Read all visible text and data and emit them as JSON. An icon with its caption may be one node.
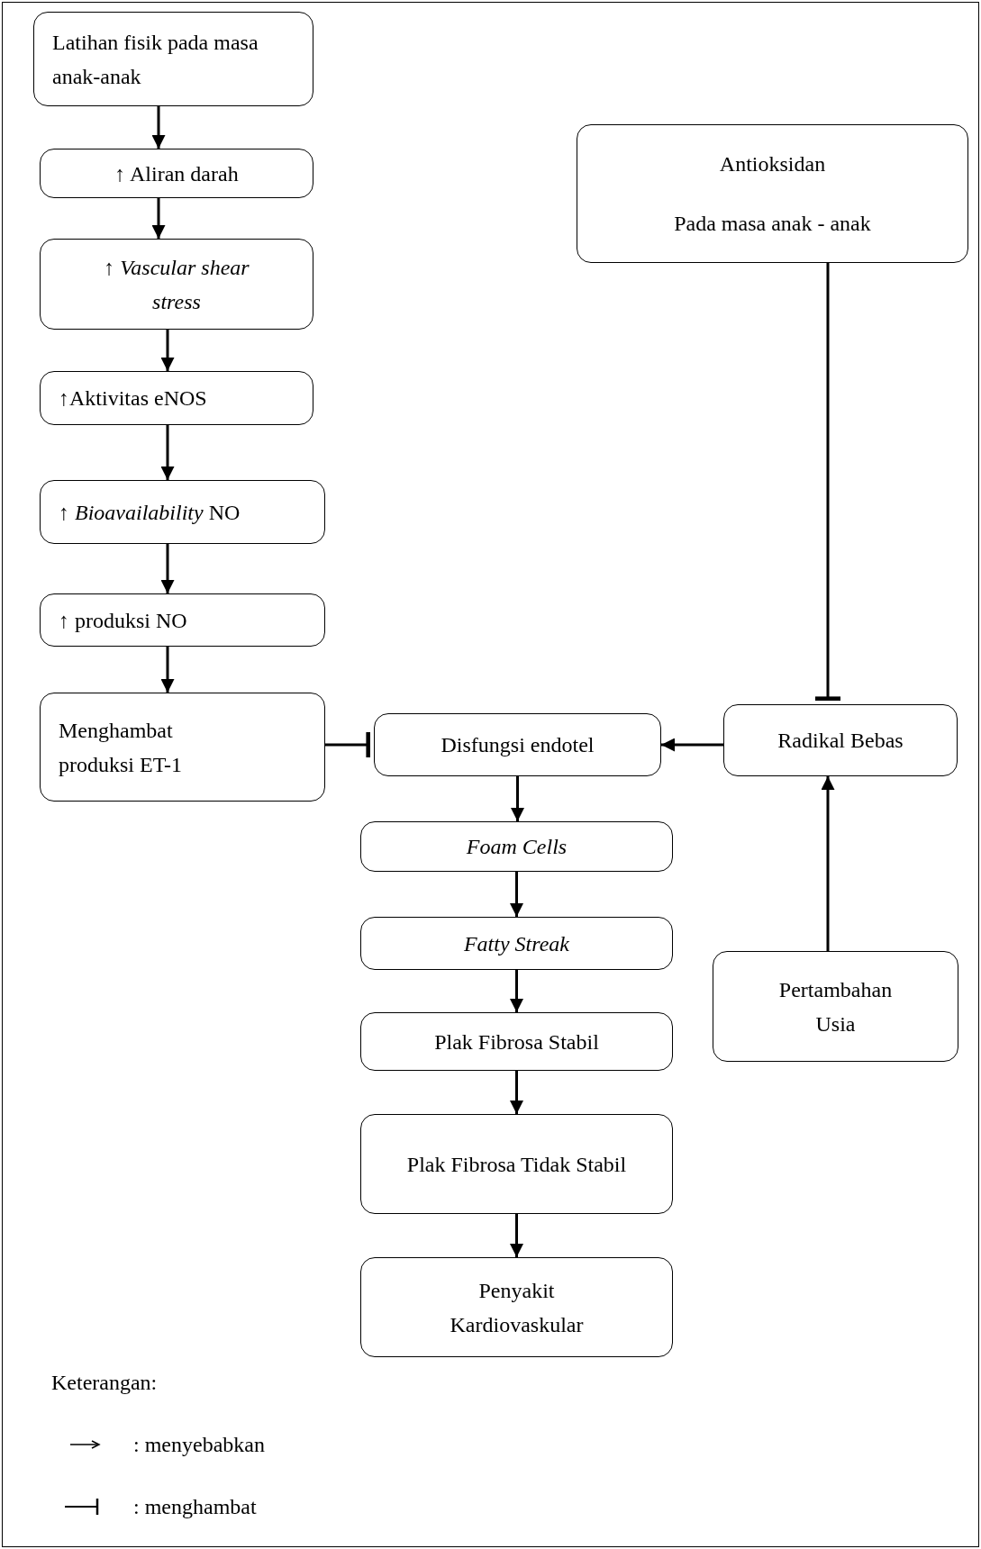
{
  "diagram": {
    "nodes": [
      {
        "text": [
          "Latihan fisik pada masa anak-anak"
        ]
      },
      {
        "text": [
          "↑ Aliran darah"
        ]
      },
      {
        "text": [
          "↑ *Vascular shear stress*"
        ]
      },
      {
        "text": [
          "↑Aktivitas eNOS"
        ]
      },
      {
        "text": [
          "↑ *Bioavailability* NO"
        ]
      },
      {
        "text": [
          "↑ produksi NO"
        ]
      },
      {
        "text": [
          "Menghambat produksi ET-1"
        ]
      },
      {
        "text": [
          "Antioksidan",
          "Pada masa anak - anak"
        ]
      },
      {
        "text": [
          "Disfungsi endotel"
        ]
      },
      {
        "text": [
          "Radikal Bebas"
        ]
      },
      {
        "text": [
          "Foam Cells"
        ]
      },
      {
        "text": [
          "Fatty Streak"
        ]
      },
      {
        "text": [
          "Plak Fibrosa Stabil"
        ]
      },
      {
        "text": [
          "Plak Fibrosa Tidak Stabil"
        ]
      },
      {
        "text": [
          "Penyakit Kardiovaskular"
        ]
      },
      {
        "text": [
          "Pertambahan Usia"
        ]
      }
    ],
    "edges": [
      {
        "from": 0,
        "to": 1,
        "arrow": "to"
      },
      {
        "from": 1,
        "to": 2,
        "arrow": "to"
      },
      {
        "from": 2,
        "to": 3,
        "arrow": "to"
      },
      {
        "from": 3,
        "to": 4,
        "arrow": "to"
      },
      {
        "from": 4,
        "to": 5,
        "arrow": "to"
      },
      {
        "from": 5,
        "to": 6,
        "arrow": "to"
      },
      {
        "from": 6,
        "to": 8,
        "arrow": "other"
      },
      {
        "from": 7,
        "to": 9,
        "arrow": "other"
      },
      {
        "from": 9,
        "to": 8,
        "arrow": "to"
      },
      {
        "from": 8,
        "to": 10,
        "arrow": "to"
      },
      {
        "from": 10,
        "to": 11,
        "arrow": "to"
      },
      {
        "from": 11,
        "to": 12,
        "arrow": "to"
      },
      {
        "from": 12,
        "to": 13,
        "arrow": "to"
      },
      {
        "from": 13,
        "to": 14,
        "arrow": "to"
      },
      {
        "from": 15,
        "to": 9,
        "arrow": "to"
      }
    ],
    "labels": [
      "Keterangan:"
    ],
    "legend": [
      {
        "text": ": menyebabkan"
      },
      {
        "text": ": menghambat"
      }
    ]
  }
}
